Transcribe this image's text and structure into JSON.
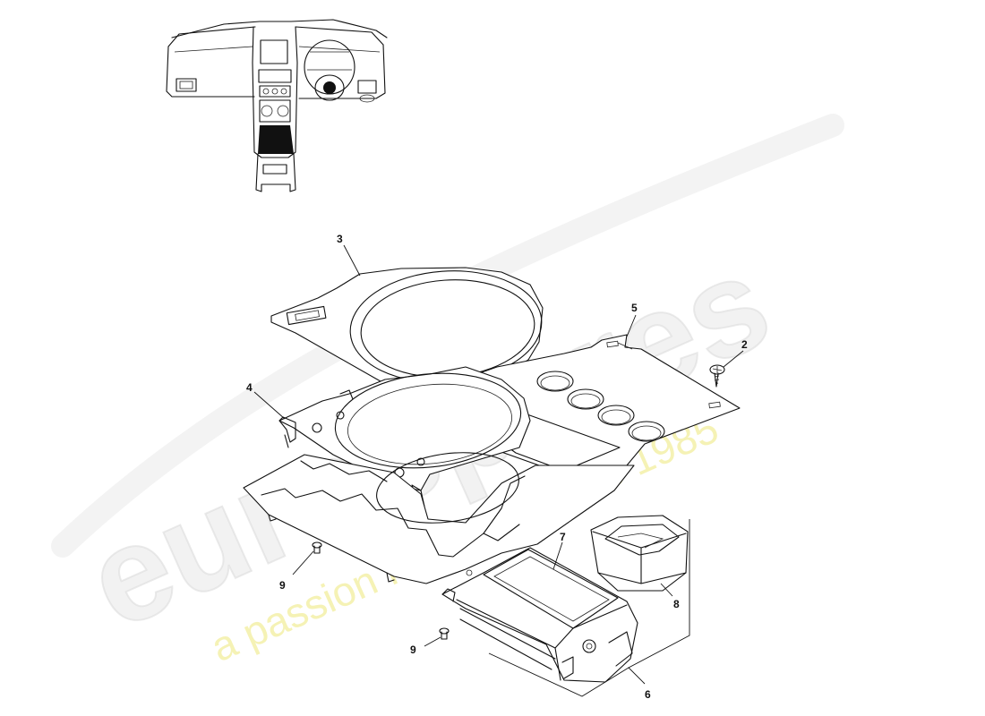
{
  "callouts": {
    "c2": "2",
    "c3": "3",
    "c4": "4",
    "c5": "5",
    "c6": "6",
    "c7": "7",
    "c8": "8",
    "c9a": "9",
    "c9b": "9"
  },
  "watermark": {
    "brand": "eurospares",
    "tagline": "a passion for parts since 1985"
  },
  "colors": {
    "line": "#111111",
    "watermark_brand": "#e0e0e0",
    "watermark_tagline": "#f0ec90"
  }
}
